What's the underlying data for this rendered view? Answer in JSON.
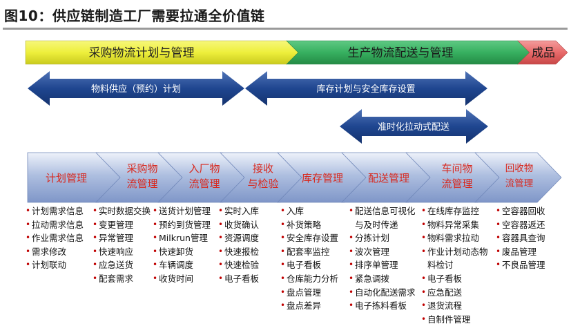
{
  "title": "图10：供应链制造工厂需要拉通全价值链",
  "top_bar": {
    "segments": [
      {
        "label": "采购物流计划与管理",
        "color": "#eeef3c"
      },
      {
        "label": "生产物流配送与管理",
        "color": "#37b060"
      },
      {
        "label": "成品",
        "color": "#e35c5c"
      }
    ]
  },
  "arrows": {
    "material_supply": "物料供应（预约）计划",
    "inventory_plan": "库存计划与安全库存设置",
    "jit_pull": "准时化拉动式配送"
  },
  "stages": [
    {
      "label": "计划管理",
      "items": [
        "计划需求信息",
        "拉动需求信息",
        "作业需求信息",
        "需求修改",
        "计划联动"
      ]
    },
    {
      "label": "采购物流管理",
      "items": [
        "实时数据交换",
        "变更管理",
        "异常管理",
        "快速响应",
        "应急送货",
        "配套需求"
      ]
    },
    {
      "label": "入厂物流管理",
      "items": [
        "送货计划管理",
        "预约到货管理",
        "Milkrun管理",
        "快速卸货",
        "车辆调度",
        "收货时间"
      ]
    },
    {
      "label": "接收与检验",
      "items": [
        "实时入库",
        "收货确认",
        "资源调度",
        "快速报检",
        "快速检验",
        "电子看板"
      ]
    },
    {
      "label": "库存管理",
      "items": [
        "入库",
        "补货策略",
        "安全库存设置",
        "配套率监控",
        "电子看板",
        "仓库能力分析",
        "盘点管理",
        "盘点差异"
      ]
    },
    {
      "label": "配送管理",
      "items": [
        "配送信息可视化与及时传递",
        "分拣计划",
        "波次管理",
        "排序单管理",
        "紧急调拨",
        "自动化配送需求",
        "电子拣料看板"
      ]
    },
    {
      "label": "车间物流管理",
      "items": [
        "在线库存监控",
        "物料异常采集",
        "物料需求拉动",
        "作业计划动态物料检讨",
        "电子看板",
        "应急配送",
        "退货流程",
        "自制件管理"
      ]
    },
    {
      "label": "回收物流管理",
      "items": [
        "空容器回收",
        "空容器返还",
        "容器具查询",
        "废品管理",
        "不良品管理"
      ]
    }
  ]
}
